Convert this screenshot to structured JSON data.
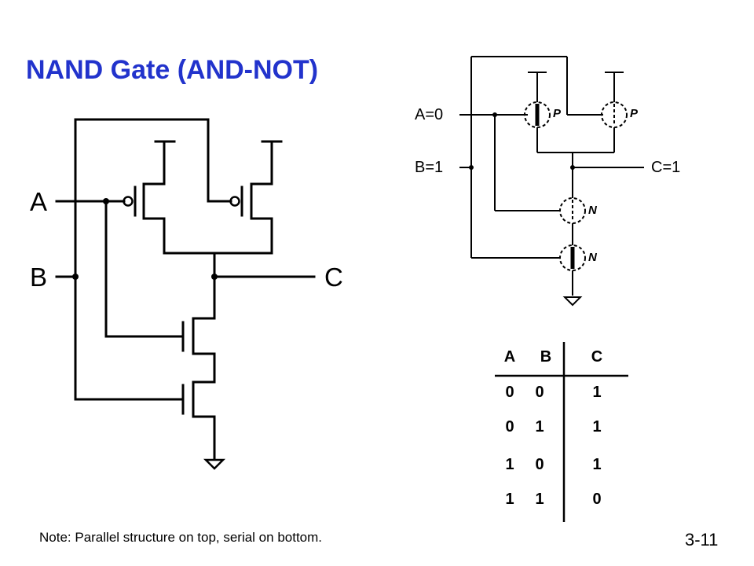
{
  "title": "NAND Gate (AND-NOT)",
  "left_circuit": {
    "input_a": "A",
    "input_b": "B",
    "output_c": "C"
  },
  "right_circuit": {
    "input_a": "A=0",
    "input_b": "B=1",
    "output_c": "C=1",
    "pmos_labels": [
      "P",
      "P"
    ],
    "nmos_labels": [
      "N",
      "N"
    ]
  },
  "truth_table": {
    "headers": [
      "A",
      "B",
      "C"
    ],
    "rows": [
      [
        "0",
        "0",
        "1"
      ],
      [
        "0",
        "1",
        "1"
      ],
      [
        "1",
        "0",
        "1"
      ],
      [
        "1",
        "1",
        "0"
      ]
    ]
  },
  "note": "Note: Parallel structure on top, serial on bottom.",
  "slide_number": "3-11",
  "colors": {
    "title": "#2233cc",
    "wire": "#000000"
  }
}
